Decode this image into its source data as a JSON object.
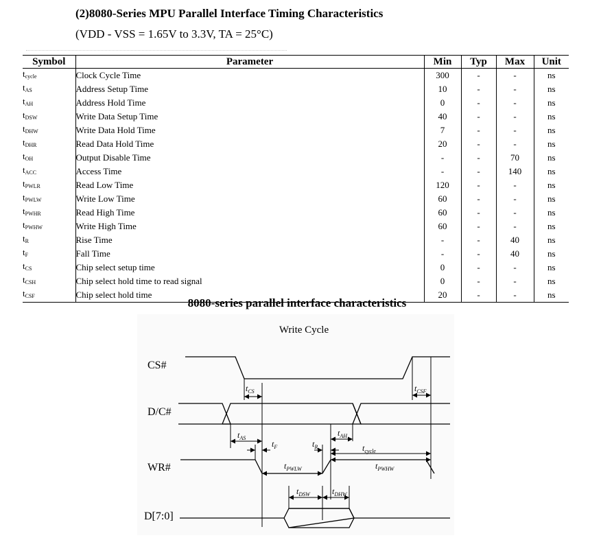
{
  "header": {
    "title": "(2)8080-Series MPU Parallel Interface Timing Characteristics",
    "conditions": "(VDD - VSS = 1.65V to 3.3V, TA = 25°C)"
  },
  "table": {
    "headers": [
      "Symbol",
      "Parameter",
      "Min",
      "Typ",
      "Max",
      "Unit"
    ],
    "rows": [
      {
        "sym": "t",
        "sub": "cycle",
        "param": "Clock Cycle Time",
        "min": "300",
        "typ": "-",
        "max": "-",
        "unit": "ns"
      },
      {
        "sym": "t",
        "sub": "AS",
        "param": "Address Setup Time",
        "min": "10",
        "typ": "-",
        "max": "-",
        "unit": "ns"
      },
      {
        "sym": "t",
        "sub": "AH",
        "param": "Address Hold Time",
        "min": "0",
        "typ": "-",
        "max": "-",
        "unit": "ns"
      },
      {
        "sym": "t",
        "sub": "DSW",
        "param": "Write Data Setup Time",
        "min": "40",
        "typ": "-",
        "max": "-",
        "unit": "ns"
      },
      {
        "sym": "t",
        "sub": "DHW",
        "param": "Write Data Hold Time",
        "min": "7",
        "typ": "-",
        "max": "-",
        "unit": "ns"
      },
      {
        "sym": "t",
        "sub": "DHR",
        "param": "Read Data Hold Time",
        "min": "20",
        "typ": "-",
        "max": "-",
        "unit": "ns"
      },
      {
        "sym": "t",
        "sub": "OH",
        "param": "Output Disable Time",
        "min": "-",
        "typ": "-",
        "max": "70",
        "unit": "ns"
      },
      {
        "sym": "t",
        "sub": "ACC",
        "param": "Access Time",
        "min": "-",
        "typ": "-",
        "max": "140",
        "unit": "ns"
      },
      {
        "sym": "t",
        "sub": "PWLR",
        "param": "Read Low Time",
        "min": "120",
        "typ": "-",
        "max": "-",
        "unit": "ns"
      },
      {
        "sym": "t",
        "sub": "PWLW",
        "param": "Write Low Time",
        "min": "60",
        "typ": "-",
        "max": "-",
        "unit": "ns"
      },
      {
        "sym": "t",
        "sub": "PWHR",
        "param": "Read High Time",
        "min": "60",
        "typ": "-",
        "max": "-",
        "unit": "ns"
      },
      {
        "sym": "t",
        "sub": "PWHW",
        "param": "Write High Time",
        "min": "60",
        "typ": "-",
        "max": "-",
        "unit": "ns"
      },
      {
        "sym": "t",
        "sub": "R",
        "param": "Rise Time",
        "min": "-",
        "typ": "-",
        "max": "40",
        "unit": "ns"
      },
      {
        "sym": "t",
        "sub": "F",
        "param": "Fall Time",
        "min": "-",
        "typ": "-",
        "max": "40",
        "unit": "ns"
      },
      {
        "sym": "t",
        "sub": "CS",
        "param": "Chip select setup time",
        "min": "0",
        "typ": "-",
        "max": "-",
        "unit": "ns"
      },
      {
        "sym": "t",
        "sub": "CSH",
        "param": "Chip select hold time to read signal",
        "min": "0",
        "typ": "-",
        "max": "-",
        "unit": "ns"
      },
      {
        "sym": "t",
        "sub": "CSF",
        "param": "Chip select hold time",
        "min": "20",
        "typ": "-",
        "max": "-",
        "unit": "ns"
      }
    ]
  },
  "diagram": {
    "title": "8080-series parallel interface characteristics",
    "subtitle": "Write Cycle",
    "signals": {
      "cs": "CS#",
      "dc": "D/C#",
      "wr": "WR#",
      "data": "D[7:0]"
    },
    "t": "t",
    "subs": {
      "cs": "CS",
      "csf": "CSF",
      "as": "AS",
      "f": "F",
      "r": "R",
      "ah": "AH",
      "cycle": "cycle",
      "pwlw": "PWLW",
      "pwhw": "PWHW",
      "dsw": "DSW",
      "dhw": "DHW"
    }
  }
}
